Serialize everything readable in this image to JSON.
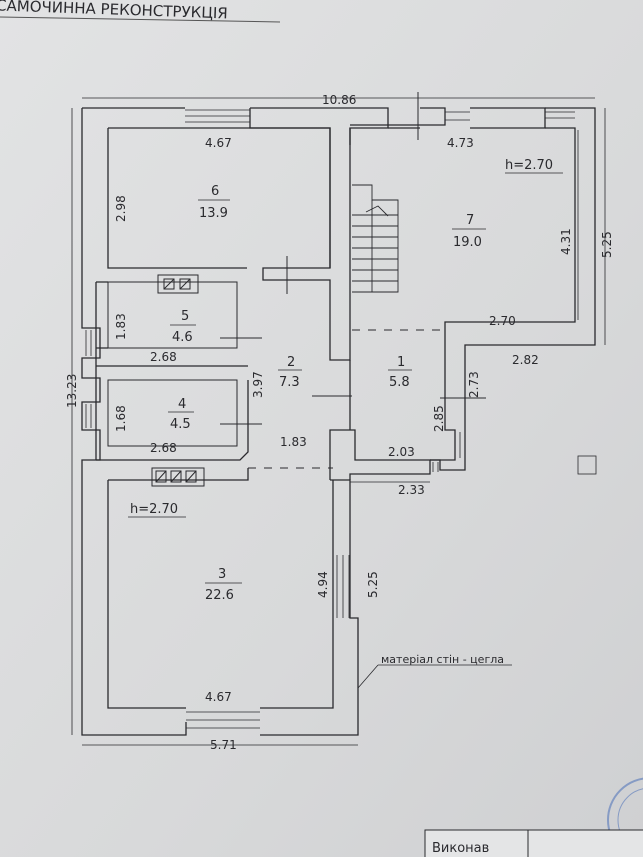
{
  "header": {
    "title": "САМОЧИННА РЕКОНСТРУКЦІЯ"
  },
  "footer": {
    "executed_by": "Виконав"
  },
  "notes": {
    "wall_material": "матеріал стін - цегла"
  },
  "rooms": [
    {
      "id": "1",
      "area": "5.8"
    },
    {
      "id": "2",
      "area": "7.3"
    },
    {
      "id": "3",
      "area": "22.6"
    },
    {
      "id": "4",
      "area": "4.5"
    },
    {
      "id": "5",
      "area": "4.6"
    },
    {
      "id": "6",
      "area": "13.9"
    },
    {
      "id": "7",
      "area": "19.0"
    }
  ],
  "ceiling_heights": [
    "h=2.70",
    "h=2.70"
  ],
  "dimensions": {
    "total_width": "10.86",
    "total_height": "13.23",
    "room6_width": "4.67",
    "room6_height": "2.98",
    "room7_width": "4.73",
    "room7_height": "4.31",
    "right_height": "5.25",
    "room7_bottom": "2.70",
    "room1_right": "2.82",
    "room1_height": "2.73",
    "room1_lower": "2.85",
    "room1_bottom": "2.03",
    "porch_width": "2.33",
    "room5_height": "1.83",
    "room5_width": "2.68",
    "room2_height": "3.97",
    "room4_height": "1.68",
    "room4_width": "2.68",
    "room2_width": "1.83",
    "room3_height": "4.94",
    "room3_side": "5.25",
    "room3_width": "4.67",
    "bottom_width": "5.71"
  }
}
